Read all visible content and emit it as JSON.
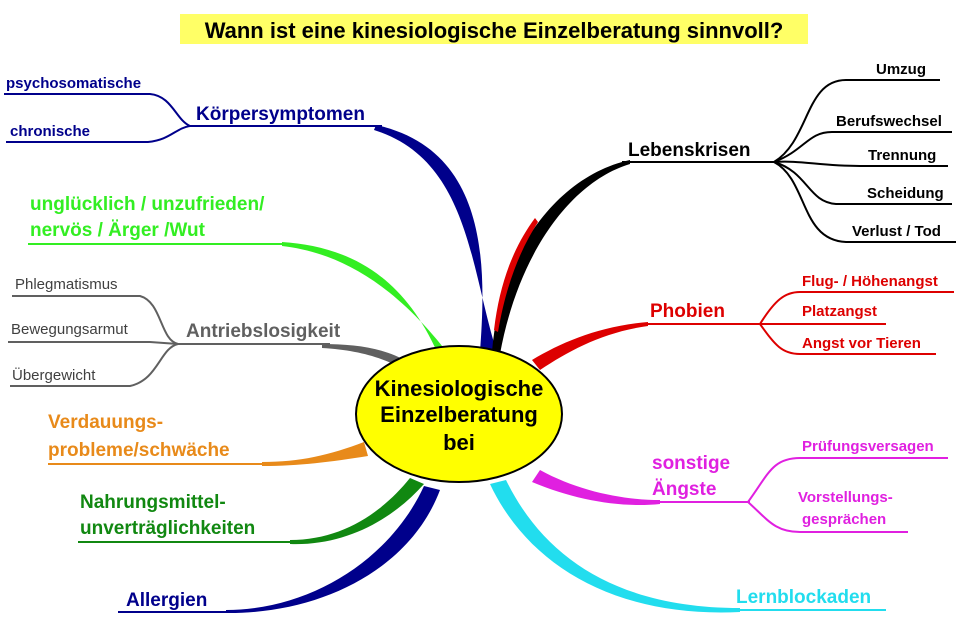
{
  "title": "Wann ist eine kinesiologische Einzelberatung sinnvoll?",
  "center": {
    "line1": "Kinesiologische",
    "line2": "Einzelberatung",
    "line3": "bei"
  },
  "colors": {
    "title_highlight": "#ffff66",
    "center_fill": "#ffff00",
    "blue": "#00008b",
    "green": "#33ee22",
    "gray": "#606060",
    "orange": "#e88a1a",
    "darkgreen": "#118811",
    "black": "#000000",
    "red": "#dd0000",
    "magenta": "#e020e0",
    "cyan": "#22ddee"
  },
  "left": {
    "koerper": {
      "label": "Körpersymptomen",
      "subs": [
        "psychosomatische",
        "chronische"
      ]
    },
    "ungluecklich": {
      "line1": "unglücklich / unzufrieden/",
      "line2": "nervös / Ärger /Wut"
    },
    "antrieb": {
      "label": "Antriebslosigkeit",
      "subs": [
        "Phlegmatismus",
        "Bewegungsarmut",
        "Übergewicht"
      ]
    },
    "verdauung": {
      "line1": "Verdauungs-",
      "line2": "probleme/schwäche"
    },
    "nahrung": {
      "line1": "Nahrungsmittel-",
      "line2": "unverträglichkeiten"
    },
    "allergien": {
      "label": "Allergien"
    }
  },
  "right": {
    "lebenskrisen": {
      "label": "Lebenskrisen",
      "subs": [
        "Umzug",
        "Berufswechsel",
        "Trennung",
        "Scheidung",
        "Verlust / Tod"
      ]
    },
    "phobien": {
      "label": "Phobien",
      "subs": [
        "Flug- / Höhenangst",
        "Platzangst",
        "Angst vor Tieren"
      ]
    },
    "aengste": {
      "line1": "sonstige",
      "line2": "Ängste",
      "subs": [
        "Prüfungsversagen"
      ],
      "sub2_line1": "Vorstellungs-",
      "sub2_line2": "gesprächen"
    },
    "lernblockaden": {
      "label": "Lernblockaden"
    }
  }
}
